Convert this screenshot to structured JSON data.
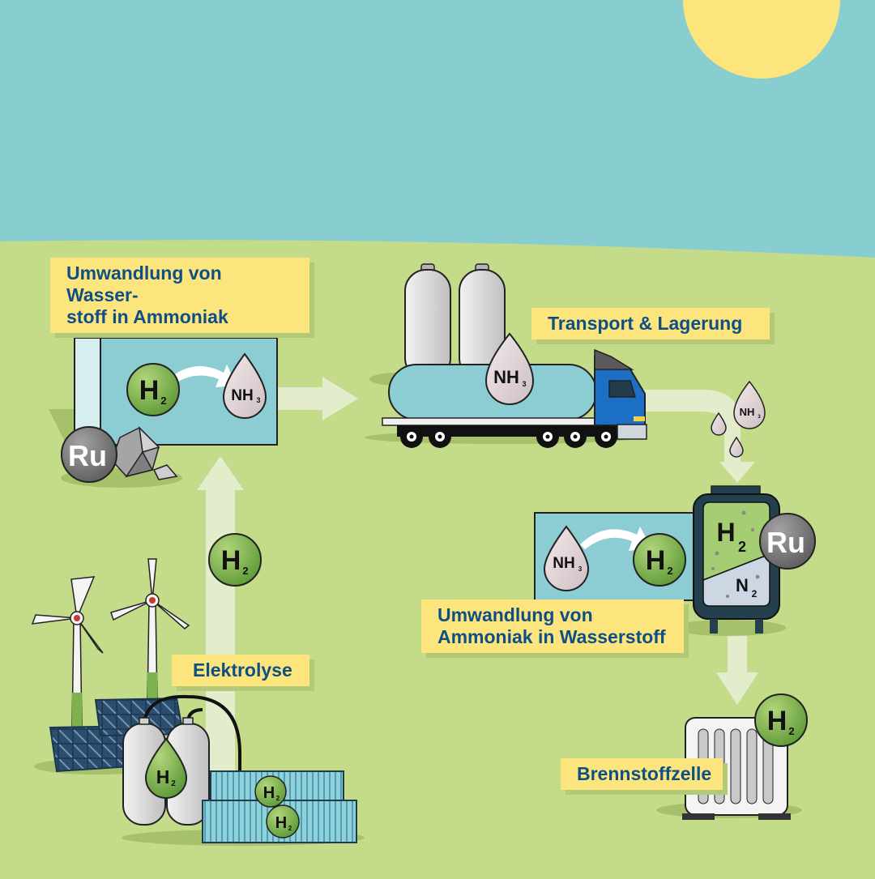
{
  "labels": {
    "conversion_to_ammonia": "Umwandlung von Wasser-\nstoff in Ammoniak",
    "transport_storage": "Transport & Lagerung",
    "electrolysis": "Elektrolyse",
    "conversion_to_hydrogen": "Umwandlung von\nAmmoniak in Wasserstoff",
    "fuel_cell": "Brennstoffzelle"
  },
  "chem": {
    "h": "H",
    "two": "2",
    "nh": "NH",
    "three": "3",
    "n": "N",
    "ru": "Ru"
  },
  "colors": {
    "sky": "#88cdd0",
    "grass": "#c4dc8a",
    "sun": "#fbe57c",
    "label_bg": "#fbe57c",
    "label_text": "#0f4f86",
    "h2_green": "#7db24e",
    "ru_gray": "#6f6f6f",
    "plant_teal": "#8ccdd3",
    "truck_blue": "#1b6fc4",
    "arrow": "#e3eccb"
  }
}
